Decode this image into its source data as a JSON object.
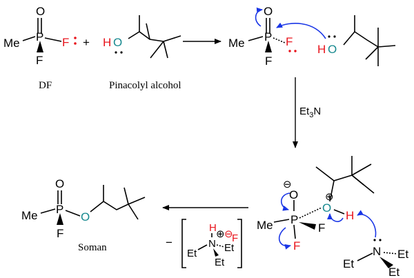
{
  "colors": {
    "phosphorus_bond": "#000000",
    "fluorine": "#e8141c",
    "oxygen_ester": "#17898f",
    "arrow_pushing": "#1a36e6"
  },
  "atoms": {
    "Me": "Me",
    "P": "P",
    "O": "O",
    "F": "F",
    "H": "H",
    "N": "N",
    "Et": "Et"
  },
  "plus_sign": "+",
  "minus_sign": "−",
  "charge_neg": "⊖",
  "charge_pos": "⊕",
  "captions": {
    "df": "DF",
    "pinacolyl": "Pinacolyl alcohol",
    "soman": "Soman"
  },
  "reagent": {
    "base": "Et",
    "subscript": "3",
    "atom": "N"
  }
}
